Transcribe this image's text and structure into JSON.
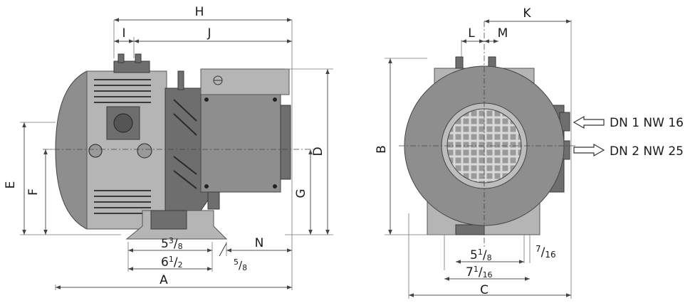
{
  "dimension_labels": {
    "A": "A",
    "B": "B",
    "C": "C",
    "D": "D",
    "E": "E",
    "F": "F",
    "G": "G",
    "H": "H",
    "I": "I",
    "J": "J",
    "K": "K",
    "L": "L",
    "M": "M",
    "N": "N"
  },
  "measurements": {
    "side_inner": {
      "whole": "5",
      "num": "3",
      "den": "8"
    },
    "side_outer": {
      "whole": "6",
      "num": "1",
      "den": "2"
    },
    "side_small": {
      "num": "5",
      "den": "8"
    },
    "front_inner": {
      "whole": "5",
      "num": "1",
      "den": "8"
    },
    "front_outer": {
      "whole": "7",
      "num": "1",
      "den": "16"
    },
    "front_small": {
      "num": "7",
      "den": "16"
    }
  },
  "ports": [
    {
      "label": "DN 1 NW 16",
      "direction": "in"
    },
    {
      "label": "DN 2 NW 25",
      "direction": "out"
    }
  ],
  "colors": {
    "body": "#8e8e8e",
    "line": "#555555",
    "text": "#1a1a1a"
  }
}
